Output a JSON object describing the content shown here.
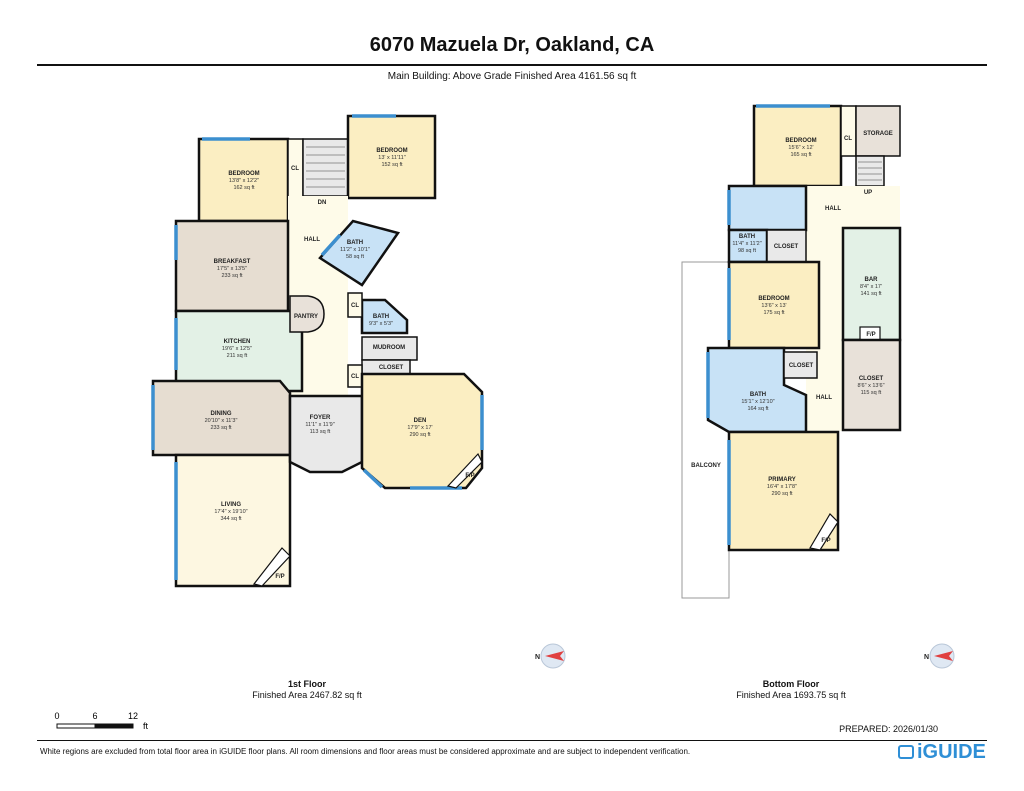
{
  "header": {
    "title": "6070 Mazuela Dr, Oakland, CA",
    "subtitle": "Main Building: Above Grade Finished Area 4161.56 sq ft"
  },
  "floors": [
    {
      "name": "1st Floor",
      "area": "Finished Area 2467.82 sq ft",
      "rooms": {
        "bedroom_a": {
          "name": "BEDROOM",
          "dims": "13'8\" x 12'2\"",
          "area": "162 sq ft"
        },
        "bedroom_b": {
          "name": "BEDROOM",
          "dims": "13' x 11'11\"",
          "area": "152 sq ft"
        },
        "breakfast": {
          "name": "BREAKFAST",
          "dims": "17'5\" x 13'5\"",
          "area": "233 sq ft"
        },
        "bath_a": {
          "name": "BATH",
          "dims": "11'2\" x 10'1\"",
          "area": "58 sq ft"
        },
        "kitchen": {
          "name": "KITCHEN",
          "dims": "19'6\" x 12'5\"",
          "area": "211 sq ft"
        },
        "bath_b": {
          "name": "BATH",
          "dims": "9'3\" x 5'3\""
        },
        "dining": {
          "name": "DINING",
          "dims": "20'10\" x 11'3\"",
          "area": "233 sq ft"
        },
        "foyer": {
          "name": "FOYER",
          "dims": "11'1\" x 11'9\"",
          "area": "113 sq ft"
        },
        "den": {
          "name": "DEN",
          "dims": "17'9\" x 17'",
          "area": "290 sq ft"
        },
        "living": {
          "name": "LIVING",
          "dims": "17'4\" x 19'10\"",
          "area": "344 sq ft"
        }
      },
      "labels": {
        "cl": "CL",
        "dn": "DN",
        "hall": "HALL",
        "pantry": "PANTRY",
        "mudroom": "MUDROOM",
        "closet": "CLOSET",
        "fp": "F/P"
      }
    },
    {
      "name": "Bottom Floor",
      "area": "Finished Area 1693.75 sq ft",
      "rooms": {
        "bedroom_a": {
          "name": "BEDROOM",
          "dims": "15'6\" x 12'",
          "area": "165 sq ft"
        },
        "bath_a": {
          "name": "BATH",
          "dims": "11'4\" x 11'2\"",
          "area": "98 sq ft"
        },
        "bedroom_b": {
          "name": "BEDROOM",
          "dims": "13'6\" x 13'",
          "area": "175 sq ft"
        },
        "bar": {
          "name": "BAR",
          "dims": "8'4\" x 17'",
          "area": "141 sq ft"
        },
        "bath_b": {
          "name": "BATH",
          "dims": "15'1\" x 12'10\"",
          "area": "164 sq ft"
        },
        "closet_big": {
          "name": "CLOSET",
          "dims": "8'6\" x 13'6\"",
          "area": "115 sq ft"
        },
        "primary": {
          "name": "PRIMARY",
          "dims": "16'4\" x 17'8\"",
          "area": "290 sq ft"
        }
      },
      "labels": {
        "cl": "CL",
        "storage": "STORAGE",
        "up": "UP",
        "hall": "HALL",
        "closet": "CLOSET",
        "balcony": "BALCONY",
        "fp": "F/P"
      }
    }
  ],
  "compass_letter": "N",
  "scale": {
    "ticks": [
      "0",
      "6",
      "12"
    ],
    "unit": "ft"
  },
  "prepared": "PREPARED: 2026/01/30",
  "disclaimer": "White regions are excluded from total floor area in iGUIDE floor plans. All room dimensions and floor areas must be considered approximate and are subject to independent verification.",
  "logo": "iGUIDE",
  "colors": {
    "bedroom": "#fbeec2",
    "bath": "#c8e2f6",
    "kitchen": "#e3f1e6",
    "dining": "#e6ddd1",
    "living": "#fdf7e1",
    "hall": "#fefbe9",
    "utility": "#e9e9e9",
    "storage": "#e8e1d9",
    "window": "#3c8fcf",
    "compass": "#e04040"
  }
}
